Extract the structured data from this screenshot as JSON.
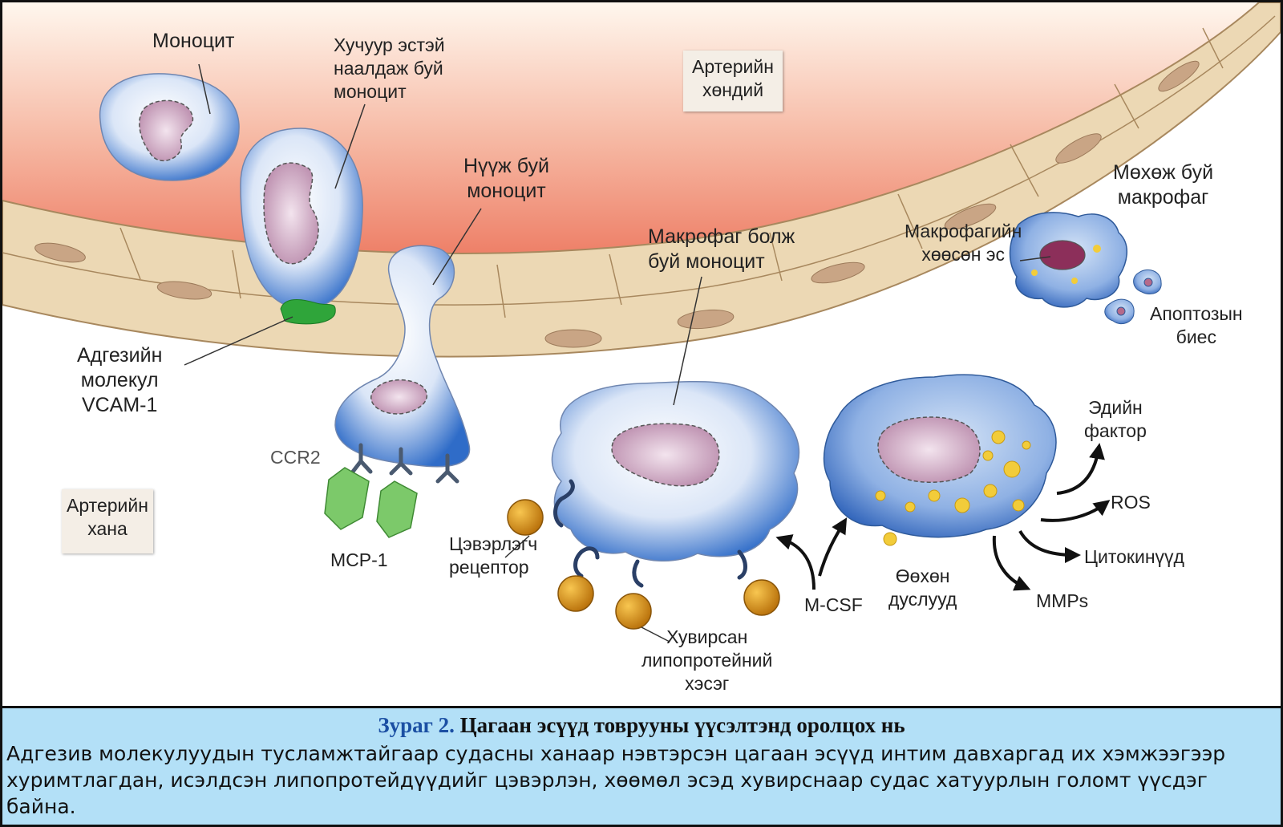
{
  "labels": {
    "monocyte": "Моноцит",
    "rolling_monocyte": "Хучуур эстэй\nнаалдаж буй\nмоноцит",
    "lumen": "Артерийн\nхөндий",
    "migrating_monocyte": "Нүүж буй\nмоноцит",
    "dying_macrophage": "Мөхөж буй\nмакрофаг",
    "foam_cell": "Макрофагийн\nхөөсөн эс",
    "differentiating_monocyte": "Макрофаг болж\nбуй моноцит",
    "apoptotic_bodies": "Апоптозын\nбиес",
    "adhesion_molecule": "Адгезийн\nмолекул\nVCAM-1",
    "ccr2": "CCR2",
    "artery_wall": "Артерийн\nхана",
    "mcp1": "MCP-1",
    "scavenger_receptor": "Цэвэрлэгч\nрецептор",
    "tissue_factor": "Эдийн\nфактор",
    "ros": "ROS",
    "cytokines": "Цитокинүүд",
    "lipid_droplets": "Өөхөн\nдуслууд",
    "mcsf": "M-CSF",
    "mmps": "MMPs",
    "modified_lipoprotein": "Хувирсан\nлипопротейний\nхэсэг"
  },
  "caption": {
    "figure_number": "Зураг 2.",
    "title": "Цагаан эсүүд товрууны үүсэлтэнд оролцох нь",
    "body": "Адгезив молекулуудын тусламжтайгаар судасны ханаар нэвтэрсэн цагаан эсүүд интим давхаргад их хэмжээгээр хуримтлагдан, исэлдсэн липопротейдүүдийг цэвэрлэн, хөөмөл эсэд хувирснаар  судас хатуурлын голомт үүсдэг байна."
  },
  "colors": {
    "lumen_blood": "#f08a78",
    "endothelium": "#ecd8b4",
    "endothelial_nucleus": "#c9a585",
    "cell_blue": "#2f6cc8",
    "nucleus": "#c9a2bd",
    "adhesion_molecule": "#2fa53a",
    "mcp1": "#7cc96a",
    "lipoprotein": "#d68a0e",
    "lipid_droplet": "#f2cc3a",
    "caption_bg": "#b3e0f7",
    "caption_number": "#1b4fa3"
  }
}
